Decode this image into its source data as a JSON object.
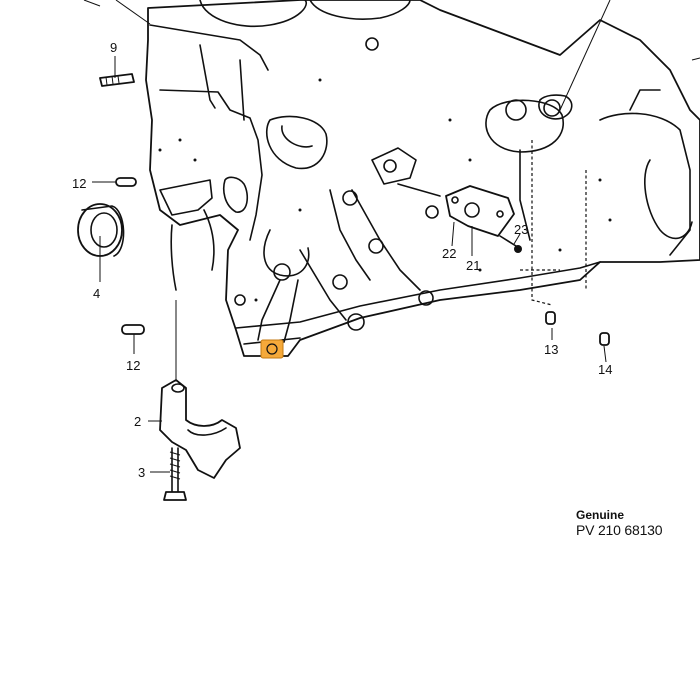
{
  "callouts": {
    "c9": "9",
    "c12a": "12",
    "c4": "4",
    "c12b": "12",
    "c22": "22",
    "c21": "21",
    "c23": "23",
    "c13": "13",
    "c14": "14",
    "c2": "2",
    "c3": "3"
  },
  "caption": {
    "line1": "Genuine",
    "line2": "PV 210 68130"
  },
  "colors": {
    "highlight": "#f5a93a",
    "ink": "#111111"
  }
}
